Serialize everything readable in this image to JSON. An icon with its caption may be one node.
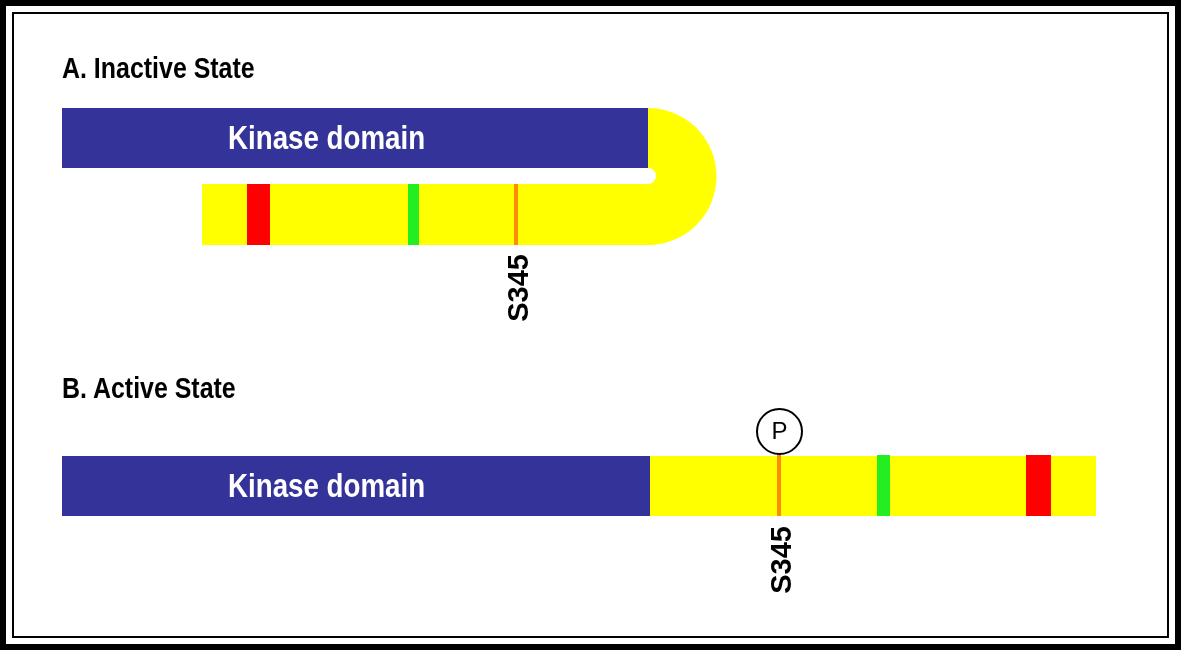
{
  "diagram": {
    "nodes": [
      {
        "text": [
          "Kinase domain"
        ]
      },
      {
        "text": [],
        "shape": "bar"
      },
      {
        "text": [
          "P"
        ]
      },
      {
        "text": [
          "Kinase domain"
        ]
      },
      {
        "text": [],
        "shape": "bar"
      }
    ],
    "labels": [
      "A. Inactive State",
      "S345",
      "B. Active State",
      "S345"
    ]
  }
}
